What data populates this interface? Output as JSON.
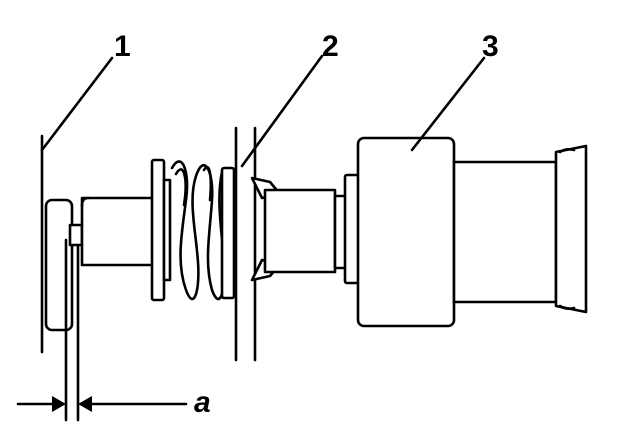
{
  "diagram": {
    "callouts": [
      {
        "id": "1",
        "label": "1"
      },
      {
        "id": "2",
        "label": "2"
      },
      {
        "id": "3",
        "label": "3"
      }
    ],
    "dimension": {
      "label": "a"
    }
  }
}
